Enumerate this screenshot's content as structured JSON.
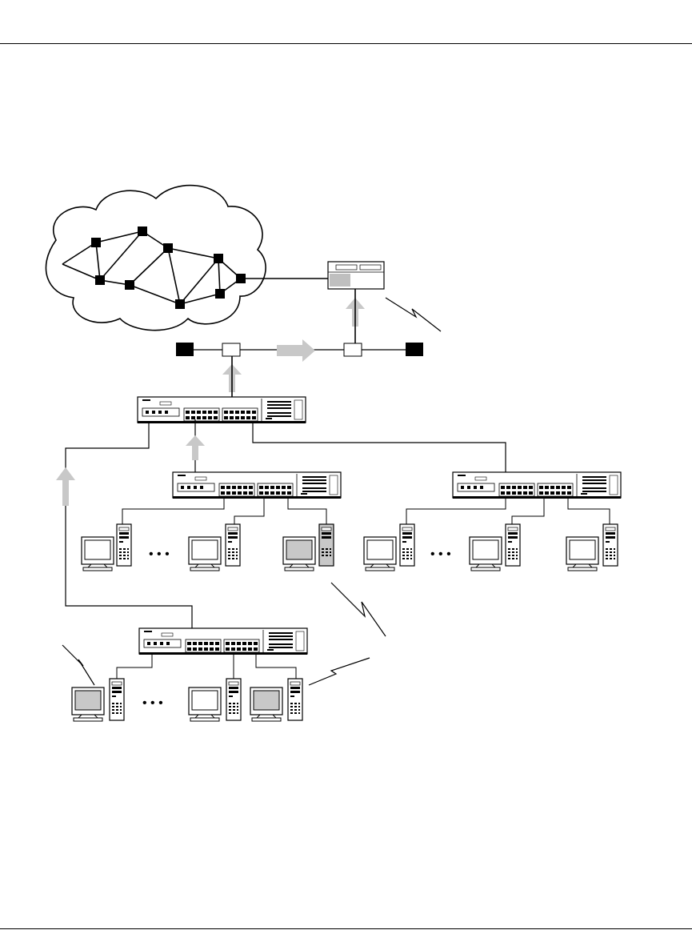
{
  "page": {
    "header_rule": true,
    "footer_rule": true
  },
  "colors": {
    "ink": "#000000",
    "paper": "#ffffff",
    "flow_arrow": "#c8c8c8",
    "monitor_gray": "#c8c8c8",
    "device_light": "#ececec"
  },
  "devices": {
    "backbone_cloud": {
      "kind": "cloud",
      "nodes": 10
    },
    "access_router": {
      "kind": "router"
    },
    "wan_link": {
      "kind": "lightning-link"
    },
    "line_segment": {
      "kind": "bus",
      "endpoints": 2,
      "taps": 2
    },
    "core_switch": {
      "kind": "switch"
    },
    "left_switch": {
      "kind": "switch",
      "clients": 3
    },
    "right_switch": {
      "kind": "switch",
      "clients": 3
    },
    "bottom_switch": {
      "kind": "switch",
      "clients": 3
    }
  },
  "icons": [
    "cloud-icon",
    "router-icon",
    "switch-icon",
    "pc-icon",
    "server-tower-icon",
    "lightning-icon",
    "flow-arrow-icon"
  ]
}
